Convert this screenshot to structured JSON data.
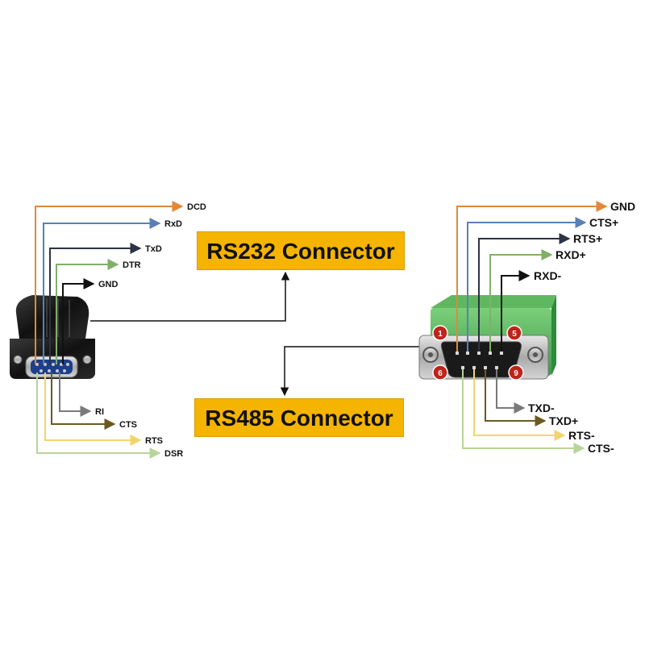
{
  "boxes": {
    "rs232": "RS232 Connector",
    "rs485": "RS485 Connector"
  },
  "rs232_pins": {
    "top": [
      "DCD",
      "RxD",
      "TxD",
      "DTR",
      "GND"
    ],
    "bottom": [
      "RI",
      "CTS",
      "RTS",
      "DSR"
    ]
  },
  "rs485_pins": {
    "top": [
      "GND",
      "CTS+",
      "RTS+",
      "RXD+",
      "RXD-"
    ],
    "bottom": [
      "TXD-",
      "TXD+",
      "RTS-",
      "CTS-"
    ]
  },
  "pin_numbers": [
    "1",
    "5",
    "6",
    "9"
  ],
  "colors": {
    "orange": "#e0893a",
    "blue": "#5b7fb5",
    "navy": "#2b3345",
    "green": "#7fb069",
    "black": "#111111",
    "gray": "#7a7a7a",
    "olive": "#6b5a1e",
    "yellow": "#f2d46b",
    "lightgreen": "#b9d49a",
    "box": "#f5b400",
    "badge": "#c0231b"
  }
}
